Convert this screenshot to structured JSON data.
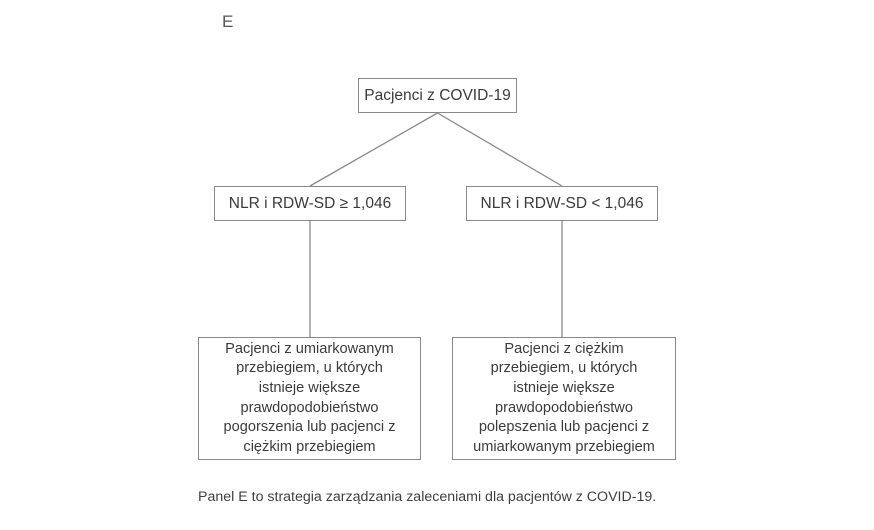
{
  "figure": {
    "panel_label": "E",
    "caption": "Panel E to strategia zarządzania zaleceniami dla pacjentów z COVID-19.",
    "line_color": "#8a8a8a",
    "text_color": "#3b3b3b",
    "background": "#ffffff"
  },
  "nodes": {
    "root": {
      "label": "Pacjenci z COVID-19"
    },
    "decision_left": {
      "label": "NLR i RDW-SD ≥ 1,046"
    },
    "decision_right": {
      "label": "NLR i RDW-SD < 1,046"
    },
    "outcome_left": {
      "label": "Pacjenci z umiarkowanym\nprzebiegiem, u których\nistnieje większe\nprawdopodobieństwo\npogorszenia lub pacjenci z\nciężkim przebiegiem"
    },
    "outcome_right": {
      "label": "Pacjenci z ciężkim\nprzebiegiem, u których\nistnieje większe\nprawdopodobieństwo\npolepszenia lub pacjenci z\numiarkowanym przebiegiem"
    }
  },
  "chart_data": {
    "type": "diagram",
    "title": "Panel E — strategia zarządzania zaleceniami dla pacjentów z COVID-19",
    "nodes": [
      {
        "id": "root",
        "text": "Pacjenci z COVID-19",
        "level": 0
      },
      {
        "id": "decision_left",
        "text": "NLR i RDW-SD ≥ 1,046",
        "level": 1
      },
      {
        "id": "decision_right",
        "text": "NLR i RDW-SD < 1,046",
        "level": 1
      },
      {
        "id": "outcome_left",
        "text": "Pacjenci z umiarkowanym przebiegiem, u których istnieje większe prawdopodobieństwo pogorszenia lub pacjenci z ciężkim przebiegiem",
        "level": 2
      },
      {
        "id": "outcome_right",
        "text": "Pacjenci z ciężkim przebiegiem, u których istnieje większe prawdopodobieństwo polepszenia lub pacjenci z umiarkowanym przebiegiem",
        "level": 2
      }
    ],
    "edges": [
      {
        "from": "root",
        "to": "decision_left",
        "style": "diagonal"
      },
      {
        "from": "root",
        "to": "decision_right",
        "style": "diagonal"
      },
      {
        "from": "decision_left",
        "to": "outcome_left",
        "style": "vertical"
      },
      {
        "from": "decision_right",
        "to": "outcome_right",
        "style": "vertical"
      }
    ]
  }
}
